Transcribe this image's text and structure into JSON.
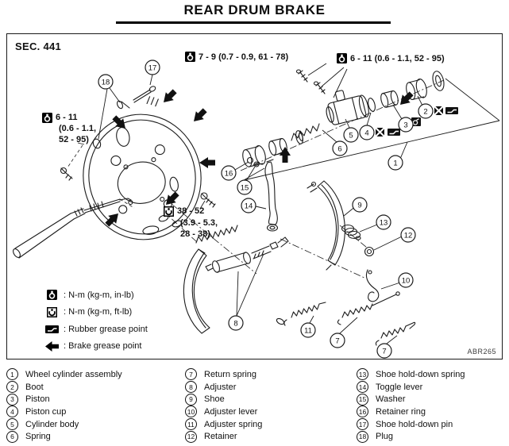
{
  "header": {
    "title": "REAR DRUM BRAKE"
  },
  "diagram": {
    "section_label": "SEC. 441",
    "figure_code": "ABR265",
    "torque_specs": {
      "top_center": "7 - 9 (0.7 - 0.9, 61 - 78)",
      "top_right": "6 - 11 (0.6 - 1.1, 52 - 95)",
      "left_line1": "6 - 11",
      "left_line2": "(0.6 - 1.1,",
      "left_line3": "52 - 95)",
      "center_line1": "38 - 52",
      "center_line2": "(3.9 - 5.3,",
      "center_line3": "28 - 38)"
    },
    "legend": {
      "torque_inlb": ": N-m (kg-m, in-lb)",
      "torque_ftlb": ": N-m (kg-m, ft-lb)",
      "rubber_grease": ": Rubber grease point",
      "brake_grease": ": Brake grease point"
    },
    "callouts": {
      "c1": "1",
      "c2": "2",
      "c3": "3",
      "c4": "4",
      "c5": "5",
      "c6": "6",
      "c7a": "7",
      "c7b": "7",
      "c8": "8",
      "c9": "9",
      "c10": "10",
      "c11": "11",
      "c12": "12",
      "c13": "13",
      "c14": "14",
      "c15": "15",
      "c16": "16",
      "c17": "17",
      "c18": "18"
    }
  },
  "parts_list": {
    "col1": [
      {
        "num": "1",
        "label": "Wheel cylinder assembly"
      },
      {
        "num": "2",
        "label": "Boot"
      },
      {
        "num": "3",
        "label": "Piston"
      },
      {
        "num": "4",
        "label": "Piston cup"
      },
      {
        "num": "5",
        "label": "Cylinder body"
      },
      {
        "num": "6",
        "label": "Spring"
      }
    ],
    "col2": [
      {
        "num": "7",
        "label": "Return spring"
      },
      {
        "num": "8",
        "label": "Adjuster"
      },
      {
        "num": "9",
        "label": "Shoe"
      },
      {
        "num": "10",
        "label": "Adjuster lever"
      },
      {
        "num": "11",
        "label": "Adjuster spring"
      },
      {
        "num": "12",
        "label": "Retainer"
      }
    ],
    "col3": [
      {
        "num": "13",
        "label": "Shoe hold-down spring"
      },
      {
        "num": "14",
        "label": "Toggle lever"
      },
      {
        "num": "15",
        "label": "Washer"
      },
      {
        "num": "16",
        "label": "Retainer ring"
      },
      {
        "num": "17",
        "label": "Shoe hold-down pin"
      },
      {
        "num": "18",
        "label": "Plug"
      }
    ]
  }
}
